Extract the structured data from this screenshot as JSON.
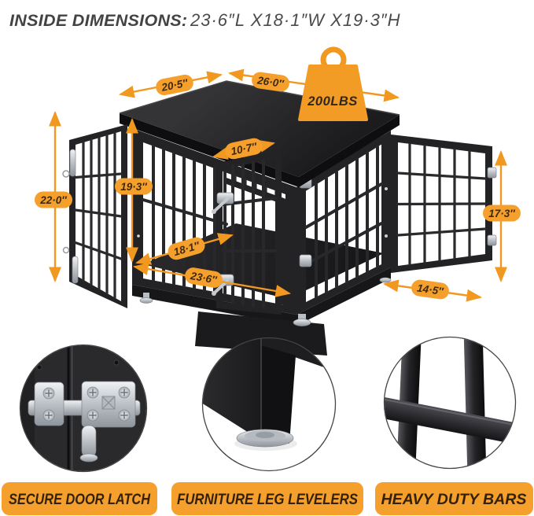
{
  "title": {
    "label": "INSIDE DIMENSIONS:",
    "value": "23·6″L  X18·1″W  X19·3″H"
  },
  "weight_badge": {
    "value": "200LBS",
    "icon": "weight-icon"
  },
  "dims": {
    "top_depth": "20·5″",
    "top_width": "26·0″",
    "front_door_width": "10·7″",
    "inner_height": "19·3″",
    "overall_height": "22·0″",
    "inner_depth": "18·1″",
    "inner_width": "23·6″",
    "side_door_height": "17·3″",
    "side_door_width": "14·5″"
  },
  "features": [
    {
      "label": "SECURE DOOR LATCH",
      "icon": "door-latch-icon"
    },
    {
      "label": "FURNITURE LEG LEVELERS",
      "icon": "leg-leveler-icon"
    },
    {
      "label": "HEAVY DUTY BARS",
      "icon": "heavy-bars-icon"
    }
  ],
  "colors": {
    "accent_orange": "#F0981F",
    "pill_orange": "#F5A02C",
    "pill_text": "#3E2A10",
    "crate_black": "#232326",
    "title_gray": "#434343",
    "background": "#FFFFFF"
  }
}
